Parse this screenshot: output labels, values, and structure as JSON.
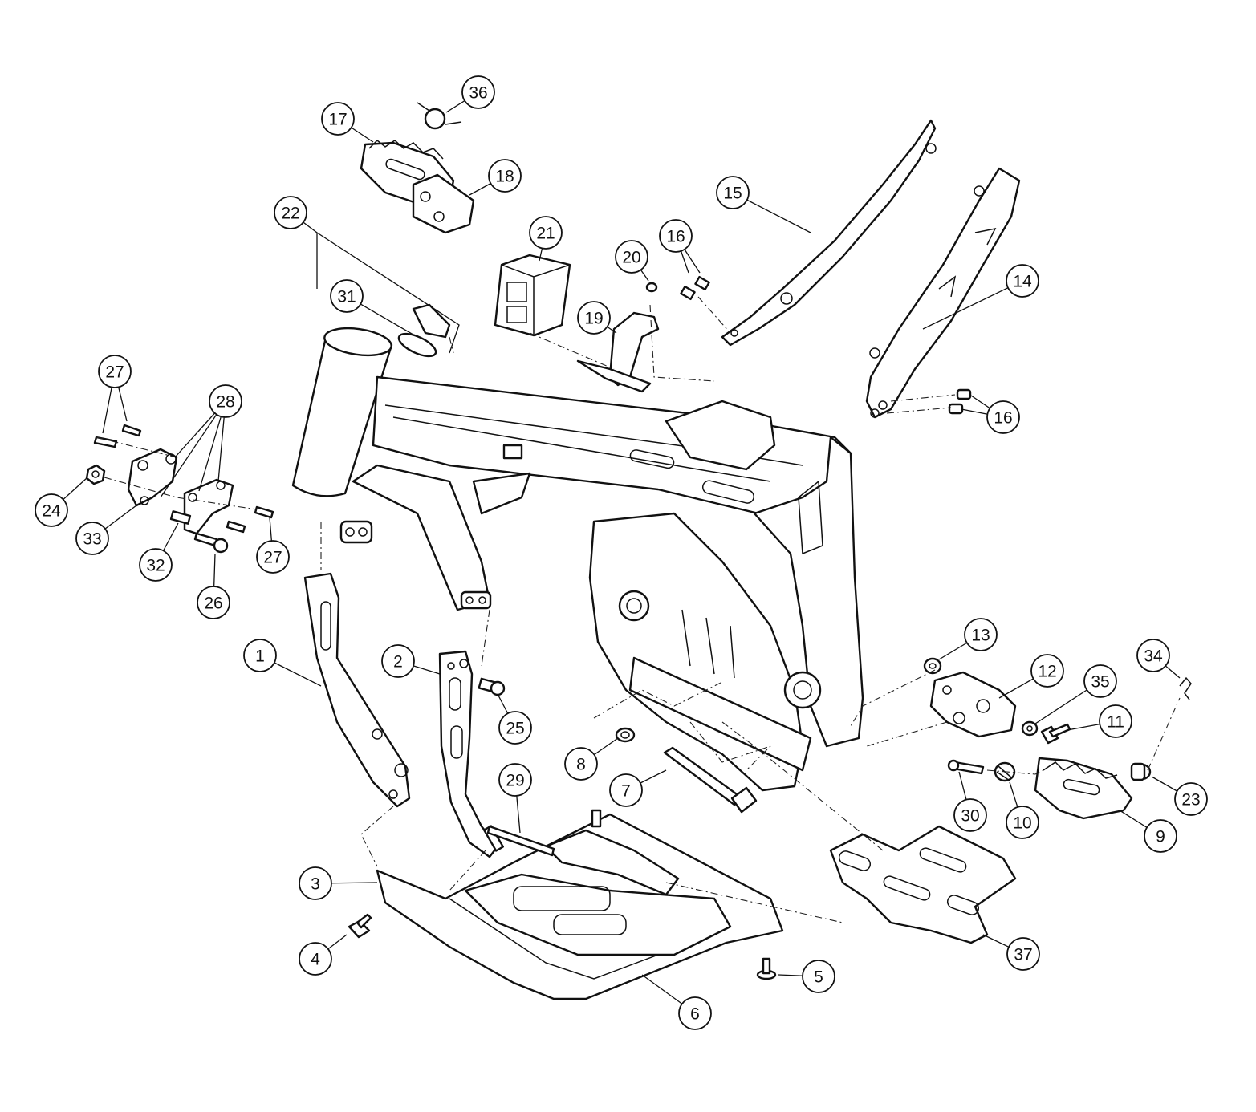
{
  "callouts": [
    {
      "label": "1"
    },
    {
      "label": "2"
    },
    {
      "label": "3"
    },
    {
      "label": "4"
    },
    {
      "label": "5"
    },
    {
      "label": "6"
    },
    {
      "label": "7"
    },
    {
      "label": "8"
    },
    {
      "label": "9"
    },
    {
      "label": "10"
    },
    {
      "label": "11"
    },
    {
      "label": "12"
    },
    {
      "label": "13"
    },
    {
      "label": "14"
    },
    {
      "label": "15"
    },
    {
      "label": "16"
    },
    {
      "label": "16"
    },
    {
      "label": "17"
    },
    {
      "label": "18"
    },
    {
      "label": "19"
    },
    {
      "label": "20"
    },
    {
      "label": "21"
    },
    {
      "label": "22"
    },
    {
      "label": "23"
    },
    {
      "label": "24"
    },
    {
      "label": "25"
    },
    {
      "label": "26"
    },
    {
      "label": "27"
    },
    {
      "label": "27"
    },
    {
      "label": "28"
    },
    {
      "label": "29"
    },
    {
      "label": "30"
    },
    {
      "label": "31"
    },
    {
      "label": "32"
    },
    {
      "label": "33"
    },
    {
      "label": "34"
    },
    {
      "label": "35"
    },
    {
      "label": "36"
    },
    {
      "label": "37"
    }
  ]
}
